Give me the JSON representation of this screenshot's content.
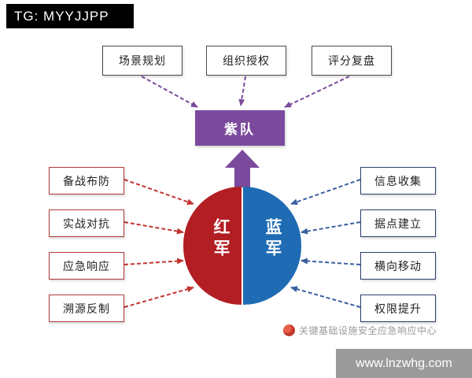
{
  "header": {
    "tag_label": "TG: MYYJJPP"
  },
  "diagram": {
    "purple_team": {
      "label": "紫队",
      "color": "#7b4a9c",
      "activities": [
        {
          "label": "场景规划"
        },
        {
          "label": "组织授权"
        },
        {
          "label": "评分复盘"
        }
      ]
    },
    "red_team": {
      "label": "红军",
      "color": "#b21e23",
      "activities": [
        {
          "label": "备战布防"
        },
        {
          "label": "实战对抗"
        },
        {
          "label": "应急响应"
        },
        {
          "label": "溯源反制"
        }
      ]
    },
    "blue_team": {
      "label": "蓝军",
      "color": "#1f6cb5",
      "activities": [
        {
          "label": "信息收集"
        },
        {
          "label": "据点建立"
        },
        {
          "label": "横向移动"
        },
        {
          "label": "权限提升"
        }
      ]
    }
  },
  "footer": {
    "watermark_text": "关键基础设施安全应急响应中心",
    "website": "www.lnzwhg.com"
  }
}
